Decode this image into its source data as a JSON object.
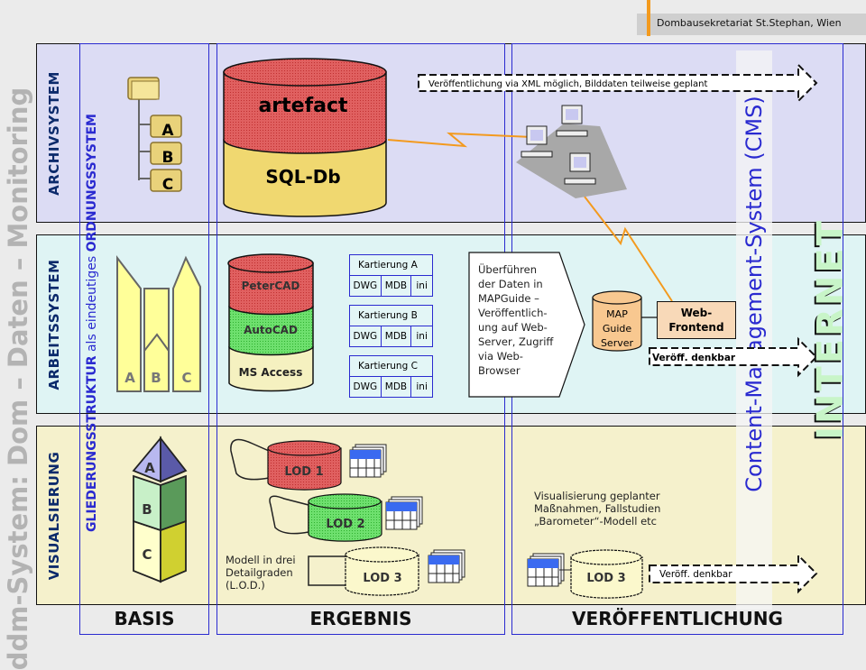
{
  "header": {
    "organization": "Dombausekretariat St.Stephan, Wien",
    "accent_color": "#f39a1e"
  },
  "main_title": "ddm-System: Dom – Daten – Monitoring",
  "rows": [
    {
      "id": "archiv",
      "label": "ARCHIVSYSTEM",
      "color": "#dcdcf4"
    },
    {
      "id": "arbeit",
      "label": "ARBEITSSYSTEM",
      "color": "#dff4f4"
    },
    {
      "id": "visual",
      "label": "VISUALSIERUNG",
      "color": "#f5f1cc"
    }
  ],
  "columns": {
    "basis": "BASIS",
    "ergebnis": "ERGEBNIS",
    "veroeffentlichung": "VERÖFFENTLICHUNG"
  },
  "gliederung": {
    "bold_part": "GLIEDERUNGSSTRUKTUR",
    "normal_part": " als eindeutiges ",
    "bold_part2": "ORDNUNGSSYSTEM"
  },
  "cms_label": "Content-Management-System (CMS)",
  "internet_label": "INTERNET",
  "archiv": {
    "folders": [
      "A",
      "B",
      "C"
    ],
    "db_top": "artefact",
    "db_bottom": "SQL-Db",
    "arrow_text": "Veröffentlichung via XML möglich, Bilddaten teilweise geplant"
  },
  "arbeit": {
    "towers": [
      "A",
      "B",
      "C"
    ],
    "db_layers": [
      "PeterCAD",
      "AutoCAD",
      "MS Access"
    ],
    "kartierungen": [
      {
        "title": "Kartierung A",
        "cells": [
          "DWG",
          "MDB",
          "ini"
        ]
      },
      {
        "title": "Kartierung B",
        "cells": [
          "DWG",
          "MDB",
          "ini"
        ]
      },
      {
        "title": "Kartierung C",
        "cells": [
          "DWG",
          "MDB",
          "ini"
        ]
      }
    ],
    "process_lines": [
      "Überführen",
      "der Daten in",
      "MAPGuide –",
      "Veröffentlich-",
      "ung auf Web-",
      "Server, Zugriff",
      "via Web-",
      "Browser"
    ],
    "mapguide_lines": [
      "MAP",
      "Guide",
      "Server"
    ],
    "webfrontend_lines": [
      "Web-",
      "Frontend"
    ],
    "arrow_text": "Veröff. denkbar"
  },
  "visual": {
    "blocks": [
      "A",
      "B",
      "C"
    ],
    "lods": [
      "LOD 1",
      "LOD 2",
      "LOD 3"
    ],
    "model_lines": [
      "Modell in drei",
      "Detailgraden",
      "(L.O.D.)"
    ],
    "description_lines": [
      "Visualisierung geplanter",
      "Maßnahmen, Fallstudien",
      "„Barometer“-Modell etc"
    ],
    "pub_lod": "LOD 3",
    "arrow_text": "Veröff. denkbar"
  }
}
